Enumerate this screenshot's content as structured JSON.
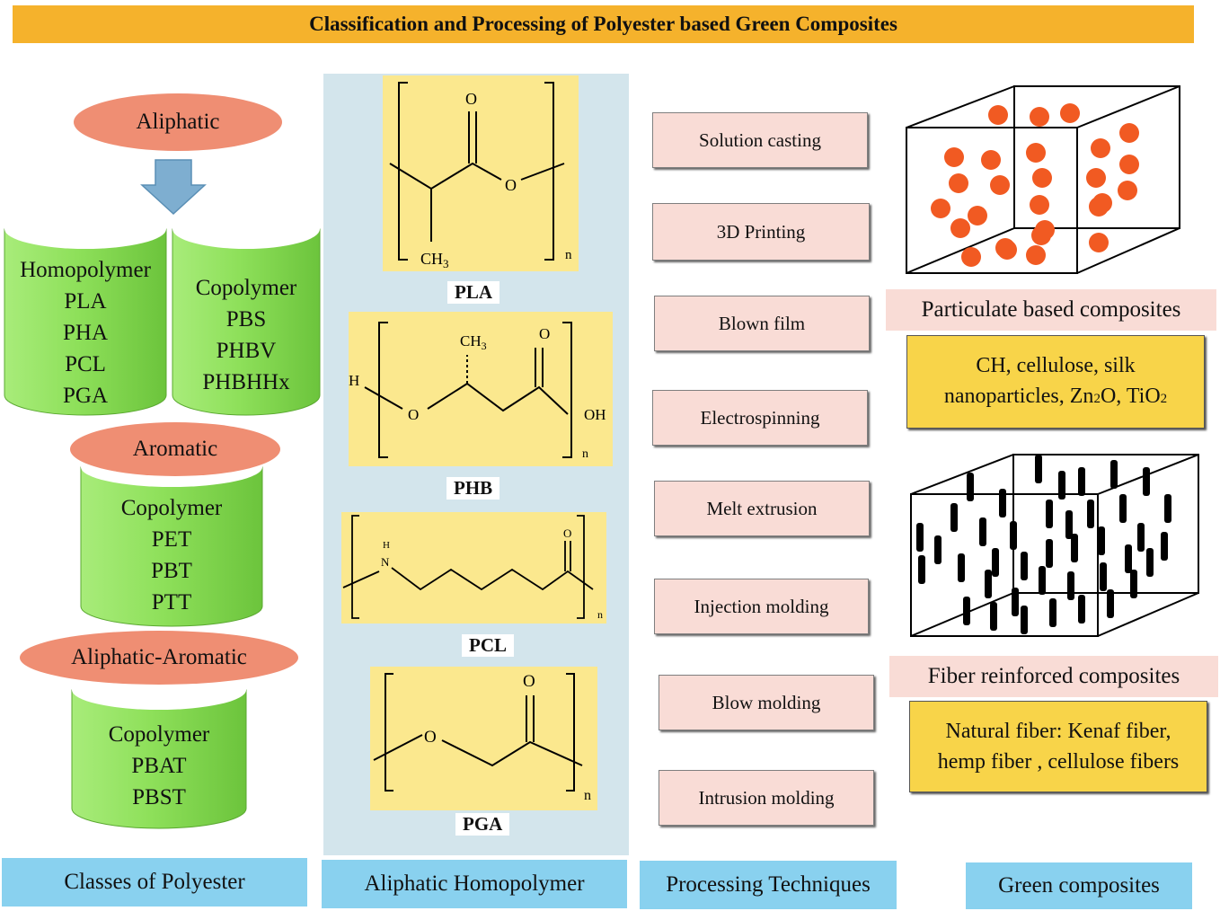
{
  "title": "Classification and Processing of Polyester based Green Composites",
  "classes": {
    "aliphatic_label": "Aliphatic",
    "homopolymer": [
      "Homopolymer",
      "PLA",
      "PHA",
      "PCL",
      "PGA"
    ],
    "copolymer": [
      "Copolymer",
      "PBS",
      "PHBV",
      "PHBHHx"
    ],
    "aromatic_label": "Aromatic",
    "aromatic": [
      "Copolymer",
      "PET",
      "PBT",
      "PTT"
    ],
    "aliphatic_aromatic_label": "Aliphatic-Aromatic",
    "aliphatic_aromatic": [
      "Copolymer",
      "PBAT",
      "PBST"
    ]
  },
  "homopolymers": {
    "pla": {
      "label": "PLA",
      "o": "O",
      "ch3": "CH",
      "ch3_sub": "3",
      "n": "n"
    },
    "phb": {
      "label": "PHB",
      "h": "H",
      "o1": "O",
      "ch3": "CH",
      "ch3_sub": "3",
      "o2": "O",
      "oh": "OH",
      "n": "n"
    },
    "pcl": {
      "label": "PCL",
      "h": "H",
      "nh": "N",
      "o": "O",
      "n": "n"
    },
    "pga": {
      "label": "PGA",
      "o1": "O",
      "o2": "O",
      "n": "n"
    }
  },
  "processing": [
    "Solution  casting",
    "3D Printing",
    "Blown  film",
    "Electrospinning",
    "Melt  extrusion",
    "Injection  molding",
    "Blow  molding",
    "Intrusion  molding"
  ],
  "green": {
    "particulate_label": "Particulate  based composites",
    "particulate_text_1": "CH, cellulose,  silk",
    "particulate_text_2a": "nanoparticles, Zn",
    "particulate_text_2b": "2",
    "particulate_text_2c": "O, TiO",
    "particulate_text_2d": "2",
    "fiber_label": "Fiber reinforced composites",
    "fiber_text_1": "Natural  fiber: Kenaf fiber,",
    "fiber_text_2": "hemp fiber , cellulose  fibers"
  },
  "footers": [
    "Classes of Polyester",
    "Aliphatic  Homopolymer",
    "Processing Techniques",
    "Green composites"
  ],
  "colors": {
    "title_bar": "#f5b22c",
    "ellipse": "#ef8e73",
    "cylinder_green": "#8ee05a",
    "panel_blue": "#d3e5ec",
    "chem_yellow": "#fbe88e",
    "process_pink": "#f9dcd6",
    "footer_blue": "#89d1ef",
    "composite_yellow": "#f8d449",
    "particle_orange": "#f15a22",
    "arrow_blue": "#7eaed0"
  }
}
